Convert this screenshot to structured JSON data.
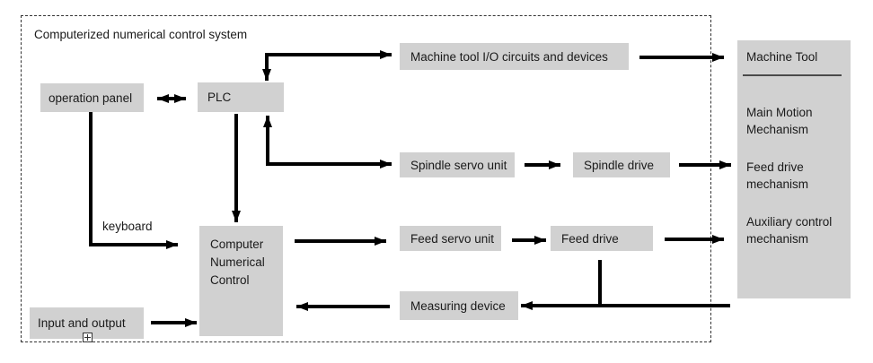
{
  "diagram": {
    "title": "Computerized numerical control system",
    "nodes": {
      "operation_panel": {
        "label": "operation panel"
      },
      "plc": {
        "label": "PLC"
      },
      "machine_io": {
        "label": "Machine tool I/O circuits and devices"
      },
      "spindle_servo_unit": {
        "label": "Spindle servo unit"
      },
      "spindle_drive": {
        "label": "Spindle drive"
      },
      "cnc": {
        "label": "Computer\nNumerical\nControl"
      },
      "feed_servo_unit": {
        "label": "Feed servo unit"
      },
      "feed_drive": {
        "label": "Feed drive"
      },
      "measuring_device": {
        "label": "Measuring device"
      },
      "input_output": {
        "label": "Input and output"
      },
      "machine_tool": {
        "title": "Machine Tool",
        "items": [
          "Main Motion\nMechanism",
          "Feed drive\nmechanism",
          "Auxiliary control\nmechanism"
        ]
      }
    },
    "edge_labels": {
      "keyboard": "keyboard"
    },
    "icons": {
      "plus_handle": "anchor-plus-icon"
    },
    "colors": {
      "node_fill": "#d1d1d1",
      "arrow": "#000000",
      "divider": "#4a4a4a",
      "background": "#ffffff"
    }
  }
}
